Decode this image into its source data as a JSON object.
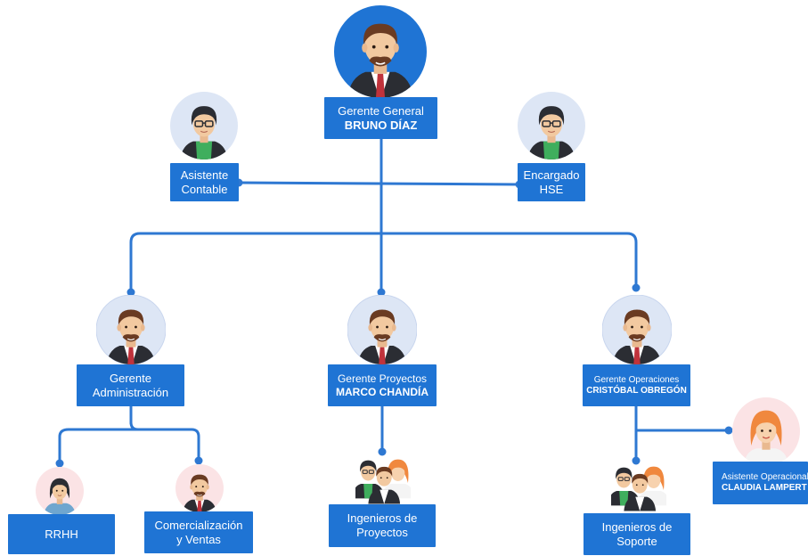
{
  "colors": {
    "line": "#2e78d2",
    "box": "#1f74d4",
    "text": "#ffffff",
    "halo": "#dde6f5",
    "halo_pink": "#fbe3e5"
  },
  "nodes": {
    "gerente_general": {
      "title": "Gerente General",
      "name": "BRUNO DÍAZ"
    },
    "asistente_contable": {
      "line1": "Asistente",
      "line2": "Contable"
    },
    "encargado_hse": {
      "line1": "Encargado",
      "line2": "HSE"
    },
    "gerente_admin": {
      "line1": "Gerente",
      "line2": "Administración"
    },
    "gerente_proyectos": {
      "title": "Gerente Proyectos",
      "name": "MARCO CHANDÍA"
    },
    "gerente_operaciones": {
      "title": "Gerente Operaciones",
      "name": "CRISTÓBAL OBREGÓN"
    },
    "rrhh": {
      "line1": "RRHH"
    },
    "comercializacion": {
      "line1": "Comercialización",
      "line2": "y Ventas"
    },
    "ingenieros_proyectos": {
      "line1": "Ingenieros de",
      "line2": "Proyectos"
    },
    "ingenieros_soporte": {
      "line1": "Ingenieros de",
      "line2": "Soporte"
    },
    "asistente_operacional": {
      "title": "Asistente Operacional",
      "name": "CLAUDIA LAMPERT"
    }
  },
  "icons": [
    "man-suit-avatar-icon",
    "woman-glasses-avatar-icon",
    "woman-avatar-icon",
    "team-avatar-icon",
    "woman-redhair-avatar-icon"
  ]
}
